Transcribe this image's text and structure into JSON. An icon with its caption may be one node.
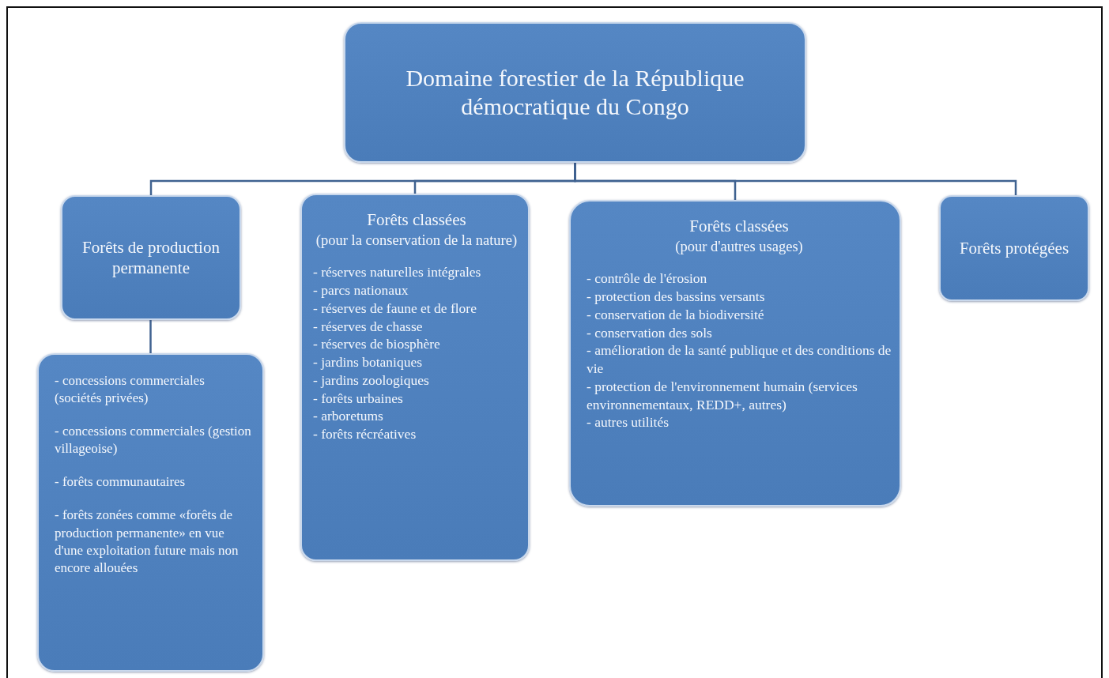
{
  "diagram": {
    "nodes": [
      {
        "text": [
          "Domaine forestier de la République démocratique du Congo"
        ]
      },
      {
        "text": [
          "Forêts de production permanente"
        ]
      },
      {
        "text": [
          "- concessions commerciales (sociétés privées)",
          "- concessions commerciales (gestion villageoise)",
          "- forêts communautaires",
          "- forêts zonées comme «forêts de production permanente» en vue d'une exploitation future mais non encore allouées"
        ]
      },
      {
        "text": [
          "Forêts classées",
          "(pour la conservation de la nature)",
          "- réserves naturelles intégrales",
          "- parcs nationaux",
          "- réserves de faune et de flore",
          "- réserves de chasse",
          "- réserves de biosphère",
          "- jardins botaniques",
          "- jardins zoologiques",
          "- forêts urbaines",
          "- arboretums",
          "- forêts récréatives"
        ]
      },
      {
        "text": [
          "Forêts classées",
          "(pour d'autres usages)",
          "- contrôle de l'érosion",
          "- protection des bassins versants",
          "- conservation de la biodiversité",
          "- conservation des sols",
          "- amélioration de la santé publique et des conditions de vie",
          "- protection de l'environnement humain (services environnementaux, REDD+, autres)",
          "- autres utilités"
        ]
      },
      {
        "text": [
          "Forêts protégées"
        ]
      }
    ],
    "edges": [
      {
        "from": 0,
        "to": 1,
        "arrow": "none"
      },
      {
        "from": 0,
        "to": 3,
        "arrow": "none"
      },
      {
        "from": 0,
        "to": 4,
        "arrow": "none"
      },
      {
        "from": 0,
        "to": 5,
        "arrow": "none"
      },
      {
        "from": 1,
        "to": 2,
        "arrow": "none"
      }
    ]
  }
}
